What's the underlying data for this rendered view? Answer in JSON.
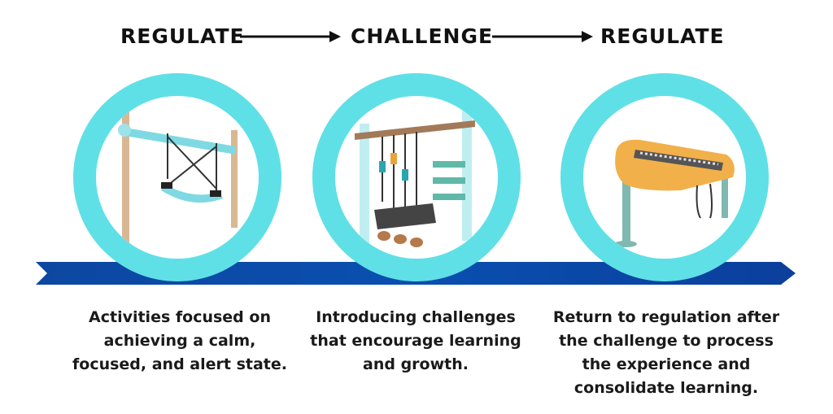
{
  "stages": [
    {
      "title": "REGULATE",
      "icon": "swing-icon",
      "description": [
        "Activities focused on",
        "achieving a calm,",
        "focused, and alert state."
      ]
    },
    {
      "title": "CHALLENGE",
      "icon": "climbing-frame-icon",
      "description": [
        "Introducing challenges",
        "that encourage learning",
        "and growth."
      ]
    },
    {
      "title": "REGULATE",
      "icon": "play-table-icon",
      "description": [
        "Return to regulation after",
        "the challenge to process",
        "the experience and",
        "consolidate learning."
      ]
    }
  ],
  "colors": {
    "ring": "#5fe0e6",
    "band": "#0b4aa8",
    "text": "#111111"
  }
}
